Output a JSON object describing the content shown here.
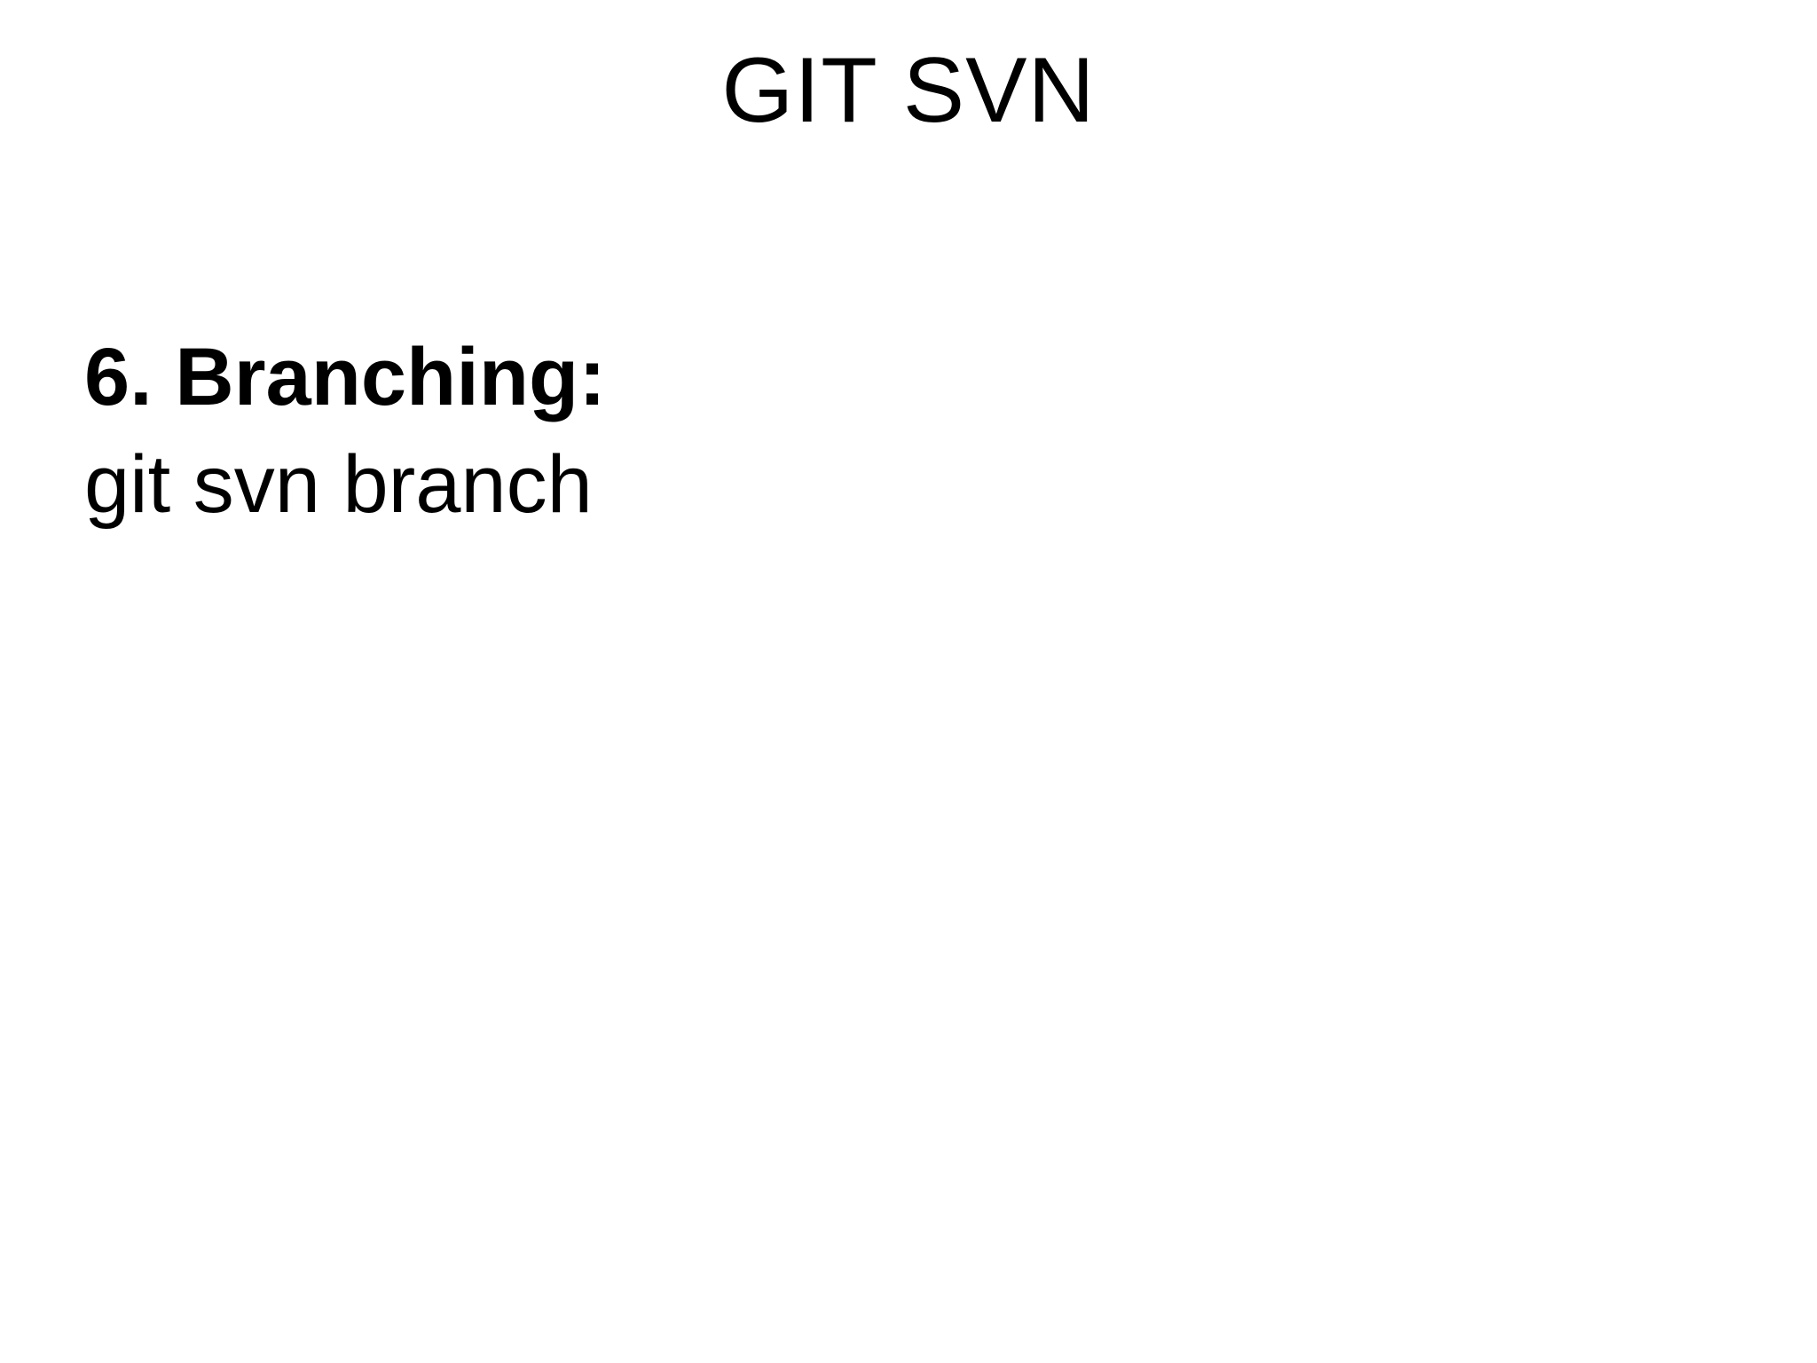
{
  "slide": {
    "title": "GIT SVN",
    "body": {
      "heading": "6. Branching:",
      "command": "git svn branch"
    }
  },
  "colors": {
    "background": "#ffffff",
    "text": "#000000"
  }
}
